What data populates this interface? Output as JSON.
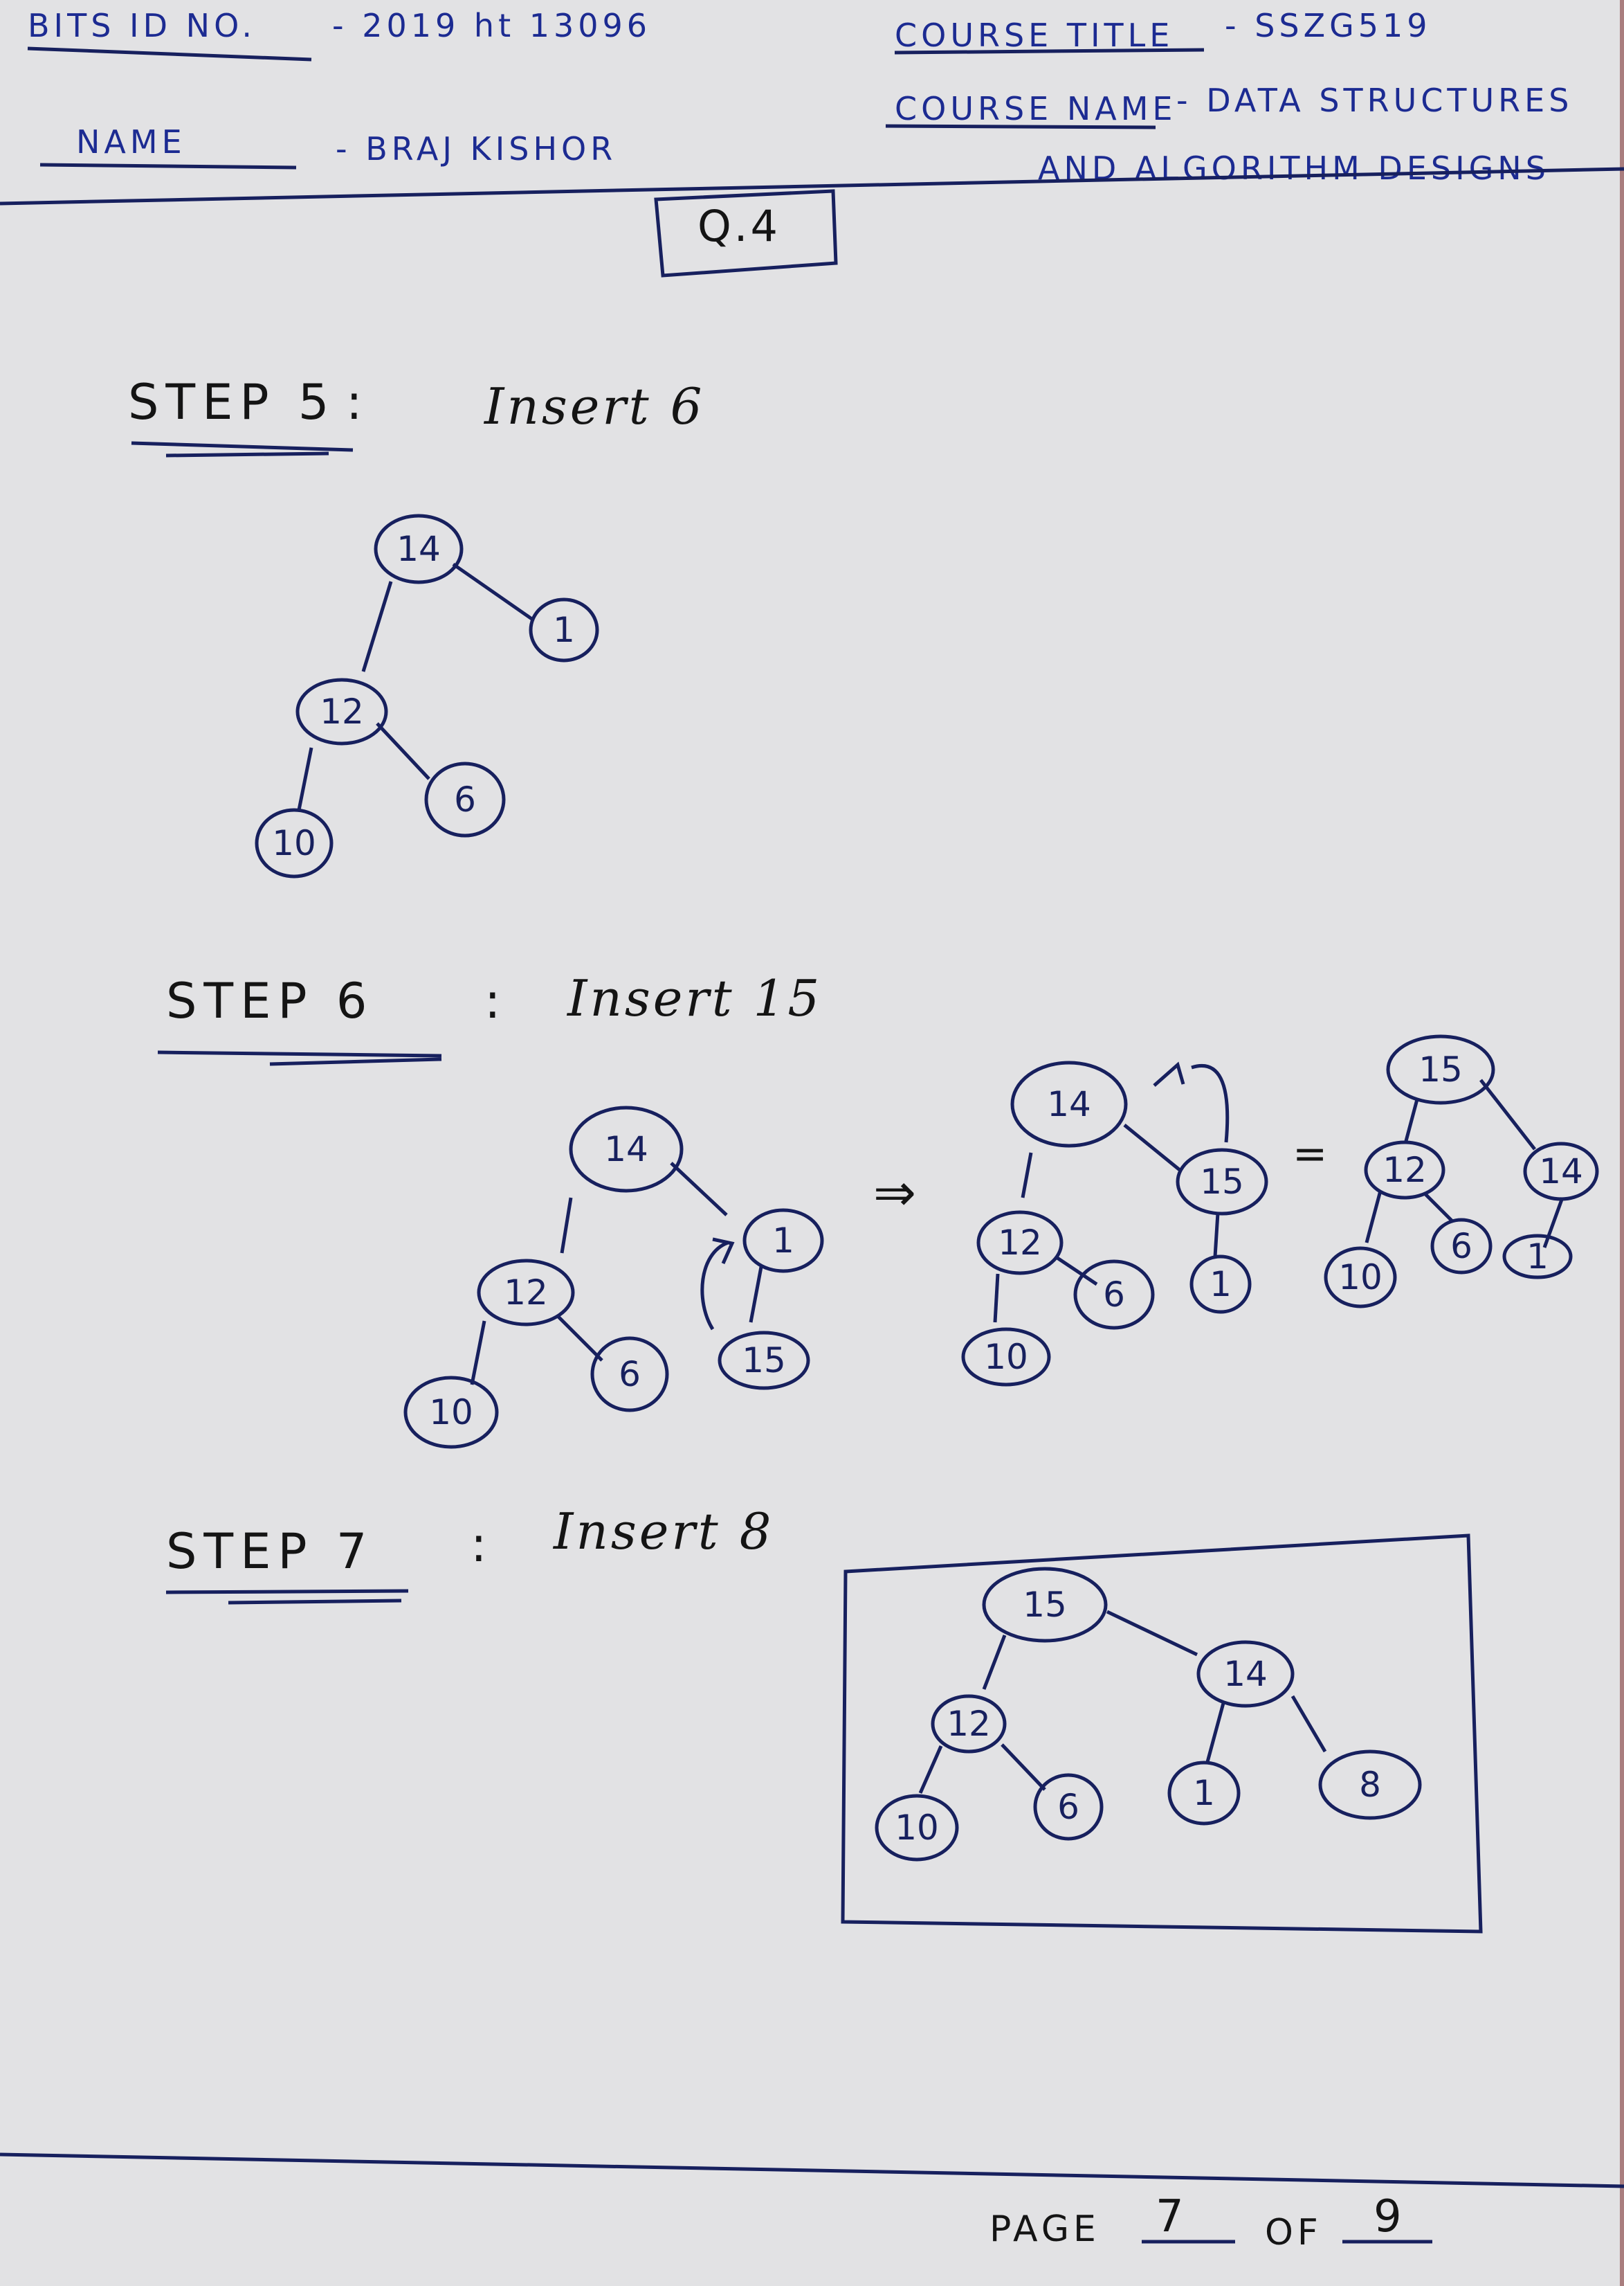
{
  "header": {
    "bits_id_label": "BITS ID NO.",
    "bits_id_value": "- 2019 ht 13096",
    "name_label": "NAME",
    "name_value": "- BRAJ KISHOR",
    "course_title_label": "COURSE TITLE",
    "course_title_value": "- SSZG519",
    "course_name_label": "COURSE NAME",
    "course_name_value": "- DATA STRUCTURES",
    "course_name_value_line2": "AND ALGORITHM DESIGNS"
  },
  "question_label": "Q.4",
  "steps": [
    {
      "label": "STEP 5",
      "action": "Insert 6",
      "trees": [
        {
          "nodes": [
            "14",
            "1",
            "12",
            "10",
            "6"
          ]
        }
      ]
    },
    {
      "label": "STEP 6",
      "action": "Insert 15",
      "arrow": "⇒",
      "equals": "=",
      "trees": [
        {
          "nodes": [
            "14",
            "1",
            "15",
            "12",
            "10",
            "6"
          ]
        },
        {
          "nodes": [
            "14",
            "15",
            "1",
            "12",
            "10",
            "6"
          ]
        },
        {
          "nodes": [
            "15",
            "12",
            "14",
            "10",
            "6",
            "1"
          ]
        }
      ]
    },
    {
      "label": "STEP 7",
      "action": "Insert 8",
      "trees": [
        {
          "nodes": [
            "15",
            "12",
            "14",
            "10",
            "6",
            "1",
            "8"
          ]
        }
      ]
    }
  ],
  "footer": {
    "page_label": "PAGE",
    "page_number": "7",
    "of_label": "OF",
    "page_total": "9"
  },
  "colors": {
    "ink": "#1c2b92",
    "pencil": "#17205e",
    "paper": "#e2e2e4"
  }
}
